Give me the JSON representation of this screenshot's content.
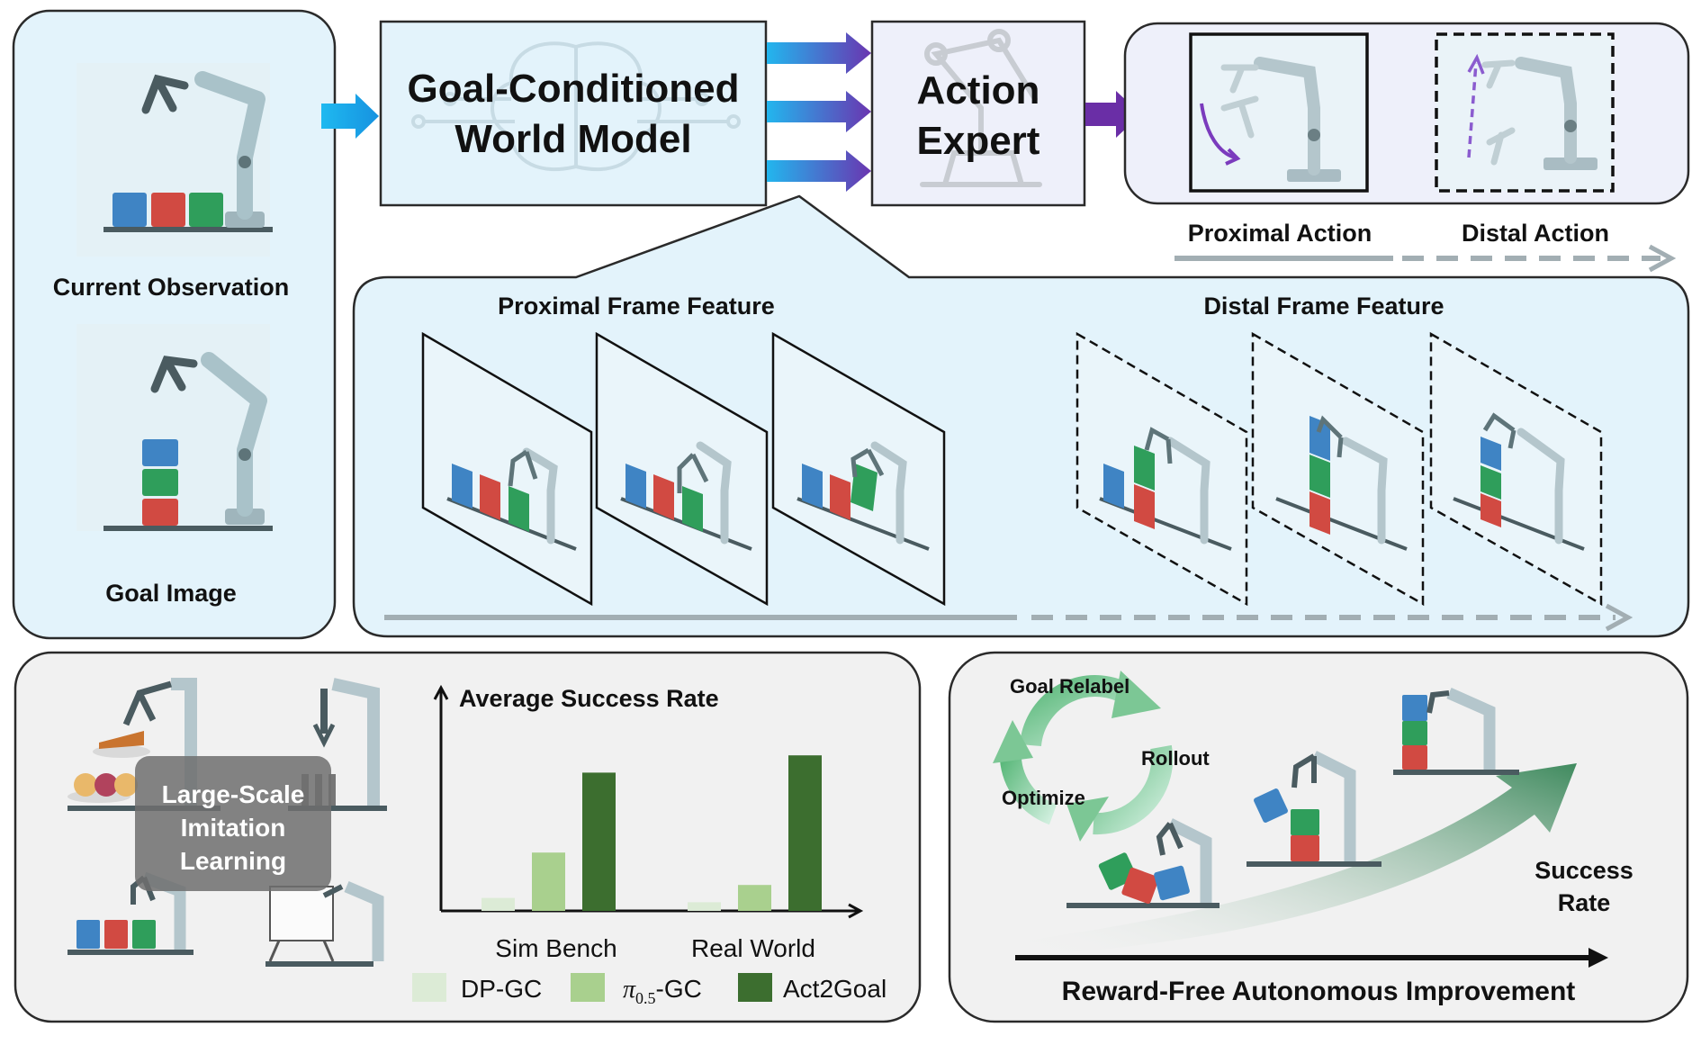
{
  "colors": {
    "panel_blue": "#e3f3fb",
    "panel_gray": "#f1f1f1",
    "arrow_cyan": "#22b6ee",
    "arrow_purple": "#6a2ea6",
    "bar_light": "#dcebd6",
    "bar_mid": "#a9d08e",
    "bar_dark": "#3c6e2f"
  },
  "input_panel": {
    "current_observation_label": "Current Observation",
    "goal_image_label": "Goal Image"
  },
  "world_model": {
    "line1": "Goal-Conditioned",
    "line2": "World Model"
  },
  "action_expert": {
    "line1": "Action",
    "line2": "Expert"
  },
  "actions": {
    "proximal_label": "Proximal Action",
    "distal_label": "Distal Action"
  },
  "features": {
    "proximal_label": "Proximal Frame Feature",
    "distal_label": "Distal Frame Feature"
  },
  "imitation": {
    "line1": "Large-Scale",
    "line2": "Imitation",
    "line3": "Learning"
  },
  "autonomous": {
    "cycle_labels": {
      "relabel": "Goal Relabel",
      "rollout": "Rollout",
      "optimize": "Optimize"
    },
    "trend_label_line1": "Success",
    "trend_label_line2": "Rate",
    "title": "Reward-Free Autonomous Improvement"
  },
  "chart_data": {
    "type": "bar",
    "title": "Average Success Rate",
    "categories": [
      "Sim Bench",
      "Real World"
    ],
    "series": [
      {
        "name": "DP-GC",
        "values": [
          0.06,
          0.04
        ],
        "color": "#dcebd6"
      },
      {
        "name": "π0.5-GC",
        "values": [
          0.27,
          0.12
        ],
        "color": "#a9d08e"
      },
      {
        "name": "Act2Goal",
        "values": [
          0.64,
          0.72
        ],
        "color": "#3c6e2f"
      }
    ],
    "legend_labels": {
      "dp": "DP-GC",
      "pi_prefix": "π",
      "pi_sub": "0.5",
      "pi_suffix": "-GC",
      "act": "Act2Goal"
    },
    "ylim": [
      0,
      1
    ],
    "grid": false,
    "legend_position": "bottom"
  }
}
